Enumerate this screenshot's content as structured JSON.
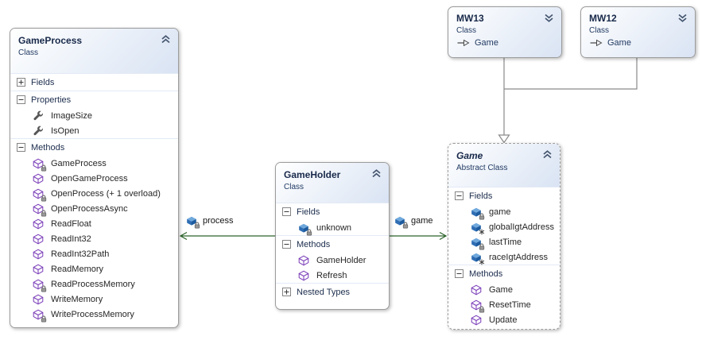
{
  "colors": {
    "association_line": "#2a632a",
    "inheritance_line": "#8a8a8a",
    "box_border": "#9c9c9c",
    "header_gradient_end": "#d9e3f3",
    "title_text": "#18294a",
    "member_text": "#262626",
    "method_icon": "#7a3db8",
    "field_icon": "#2e6db4",
    "property_icon": "#565656"
  },
  "classes": {
    "gameProcess": {
      "title": "GameProcess",
      "subtitle": "Class",
      "sections": {
        "fields": "Fields",
        "properties": "Properties",
        "methods": "Methods"
      },
      "properties": [
        {
          "name": "ImageSize"
        },
        {
          "name": "IsOpen"
        }
      ],
      "methods": [
        {
          "name": "GameProcess",
          "visibility": "private"
        },
        {
          "name": "OpenGameProcess",
          "visibility": "public"
        },
        {
          "name": "OpenProcess (+ 1 overload)",
          "visibility": "private"
        },
        {
          "name": "OpenProcessAsync",
          "visibility": "private"
        },
        {
          "name": "ReadFloat",
          "visibility": "public"
        },
        {
          "name": "ReadInt32",
          "visibility": "public"
        },
        {
          "name": "ReadInt32Path",
          "visibility": "public"
        },
        {
          "name": "ReadMemory",
          "visibility": "public"
        },
        {
          "name": "ReadProcessMemory",
          "visibility": "private"
        },
        {
          "name": "WriteMemory",
          "visibility": "public"
        },
        {
          "name": "WriteProcessMemory",
          "visibility": "private"
        }
      ]
    },
    "gameHolder": {
      "title": "GameHolder",
      "subtitle": "Class",
      "sections": {
        "fields": "Fields",
        "methods": "Methods",
        "nested": "Nested Types"
      },
      "fields": [
        {
          "name": "unknown",
          "visibility": "private"
        }
      ],
      "methods": [
        {
          "name": "GameHolder",
          "visibility": "public"
        },
        {
          "name": "Refresh",
          "visibility": "public"
        }
      ]
    },
    "game": {
      "title": "Game",
      "subtitle": "Abstract Class",
      "sections": {
        "fields": "Fields",
        "methods": "Methods"
      },
      "fields": [
        {
          "name": "game",
          "visibility": "private"
        },
        {
          "name": "globalIgtAddress",
          "visibility": "protected"
        },
        {
          "name": "lastTime",
          "visibility": "private"
        },
        {
          "name": "raceIgtAddress",
          "visibility": "protected"
        }
      ],
      "methods": [
        {
          "name": "Game",
          "visibility": "public"
        },
        {
          "name": "ResetTime",
          "visibility": "private"
        },
        {
          "name": "Update",
          "visibility": "public"
        }
      ]
    },
    "mw13": {
      "title": "MW13",
      "subtitle": "Class",
      "base": "Game"
    },
    "mw12": {
      "title": "MW12",
      "subtitle": "Class",
      "base": "Game"
    }
  },
  "connectors": {
    "process": {
      "label": "process",
      "type": "association"
    },
    "game": {
      "label": "game",
      "type": "association"
    },
    "mw13_to_game": {
      "type": "inheritance"
    },
    "mw12_to_game": {
      "type": "inheritance"
    }
  }
}
